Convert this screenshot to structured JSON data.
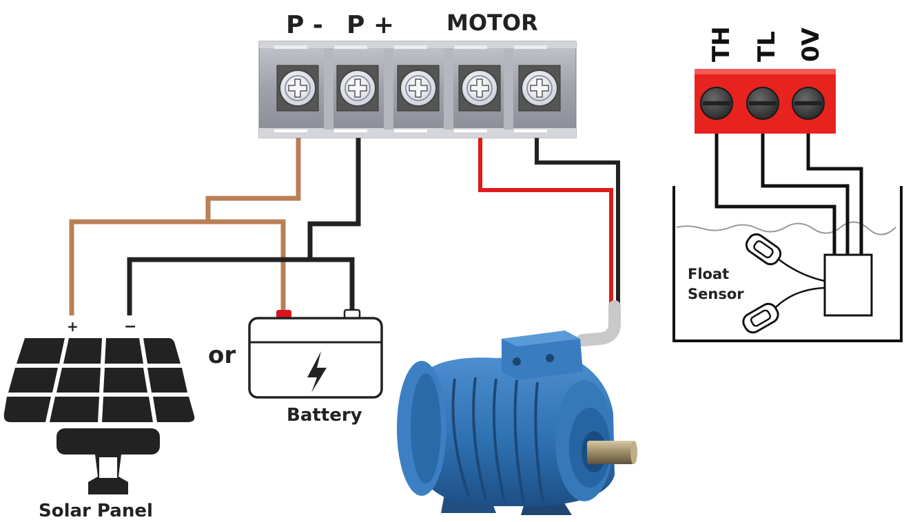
{
  "terminal_labels": {
    "p_minus": "P -",
    "p_plus": "P +",
    "motor": "MOTOR"
  },
  "sensor_terminal_labels": [
    "TH",
    "TL",
    "0V"
  ],
  "solar_panel": {
    "label": "Solar Panel",
    "plus": "+",
    "minus": "−"
  },
  "or_text": "or",
  "battery": {
    "label": "Battery"
  },
  "float_sensor": {
    "line1": "Float",
    "line2": "Sensor"
  },
  "colors": {
    "solar_positive_wire": "#b97f56",
    "negative_wire": "#222222",
    "motor_red_wire": "#e01b1b",
    "terminal_block_gray": "#9d9fa8",
    "sensor_block_red": "#e8231f",
    "motor_blue": "#2f72b3",
    "battery_positive": "#d9151b"
  },
  "icons": [
    "terminal-screw-icon",
    "solar-panel-icon",
    "battery-icon",
    "lightning-icon",
    "motor-icon",
    "float-sensor-icon"
  ]
}
